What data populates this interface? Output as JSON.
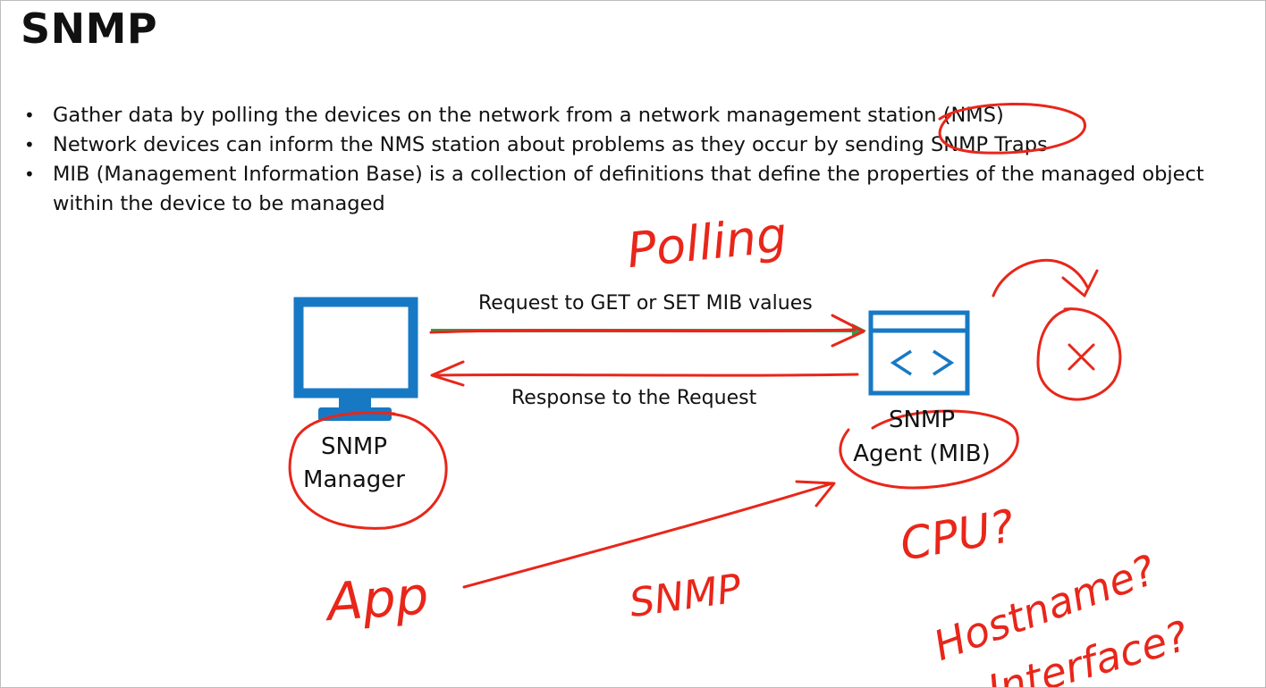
{
  "slide": {
    "title": "SNMP",
    "bullets": [
      "Gather data by polling the devices on the network from a network management station (NMS)",
      "Network devices can inform the NMS station about problems as they occur by sending SNMP Traps",
      "MIB (Management Information Base) is a collection of definitions that define the properties of the managed object within the device to be managed"
    ],
    "bullet_marker": "•"
  },
  "diagram": {
    "request_label": "Request to GET or SET MIB values",
    "response_label": "Response to the Request",
    "manager_label_line1": "SNMP",
    "manager_label_line2": "Manager",
    "agent_label_line1": "SNMP",
    "agent_label_line2": "Agent (MIB)",
    "manager_icon": "monitor-icon",
    "agent_icon": "code-window-icon",
    "colors": {
      "icon_blue": "#1779c4",
      "request_arrow": "#2e9e4f",
      "annotation_red": "#e8261a"
    }
  },
  "annotations": {
    "polling": "Polling",
    "app": "App",
    "snmp": "SNMP",
    "cpu": "CPU?",
    "hostname": "Hostname?",
    "interface": "Interface?"
  }
}
